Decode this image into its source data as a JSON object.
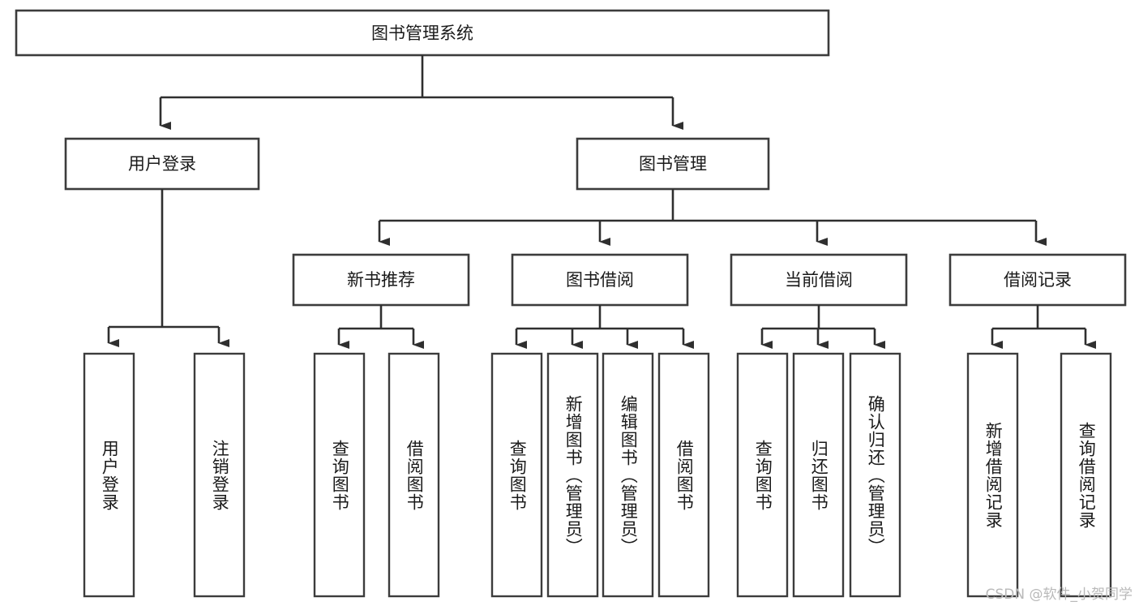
{
  "diagram": {
    "title": "图书管理系统",
    "type": "tree",
    "watermark": "CSDN @软件_小贺同学",
    "root": {
      "label": "图书管理系统"
    },
    "level2": [
      {
        "label": "用户登录"
      },
      {
        "label": "图书管理"
      }
    ],
    "level3": [
      {
        "label": "新书推荐"
      },
      {
        "label": "图书借阅"
      },
      {
        "label": "当前借阅"
      },
      {
        "label": "借阅记录"
      }
    ],
    "leaves": {
      "user_login": [
        {
          "label": "用户登录"
        },
        {
          "label": "注销登录"
        }
      ],
      "new_book_recommend": [
        {
          "label": "查询图书"
        },
        {
          "label": "借阅图书"
        }
      ],
      "book_borrow": [
        {
          "label": "查询图书"
        },
        {
          "label": "新增图书（管理员）"
        },
        {
          "label": "编辑图书（管理员）"
        },
        {
          "label": "借阅图书"
        }
      ],
      "current_borrow": [
        {
          "label": "查询图书"
        },
        {
          "label": "归还图书"
        },
        {
          "label": "确认归还（管理员）"
        }
      ],
      "borrow_record": [
        {
          "label": "新增借阅记录"
        },
        {
          "label": "查询借阅记录"
        }
      ]
    }
  },
  "colors": {
    "box_stroke": "#3c3c3c",
    "connector": "#2f2f2f",
    "text": "#1a1a1a",
    "background": "#ffffff",
    "watermark": "#b9b9b9"
  }
}
